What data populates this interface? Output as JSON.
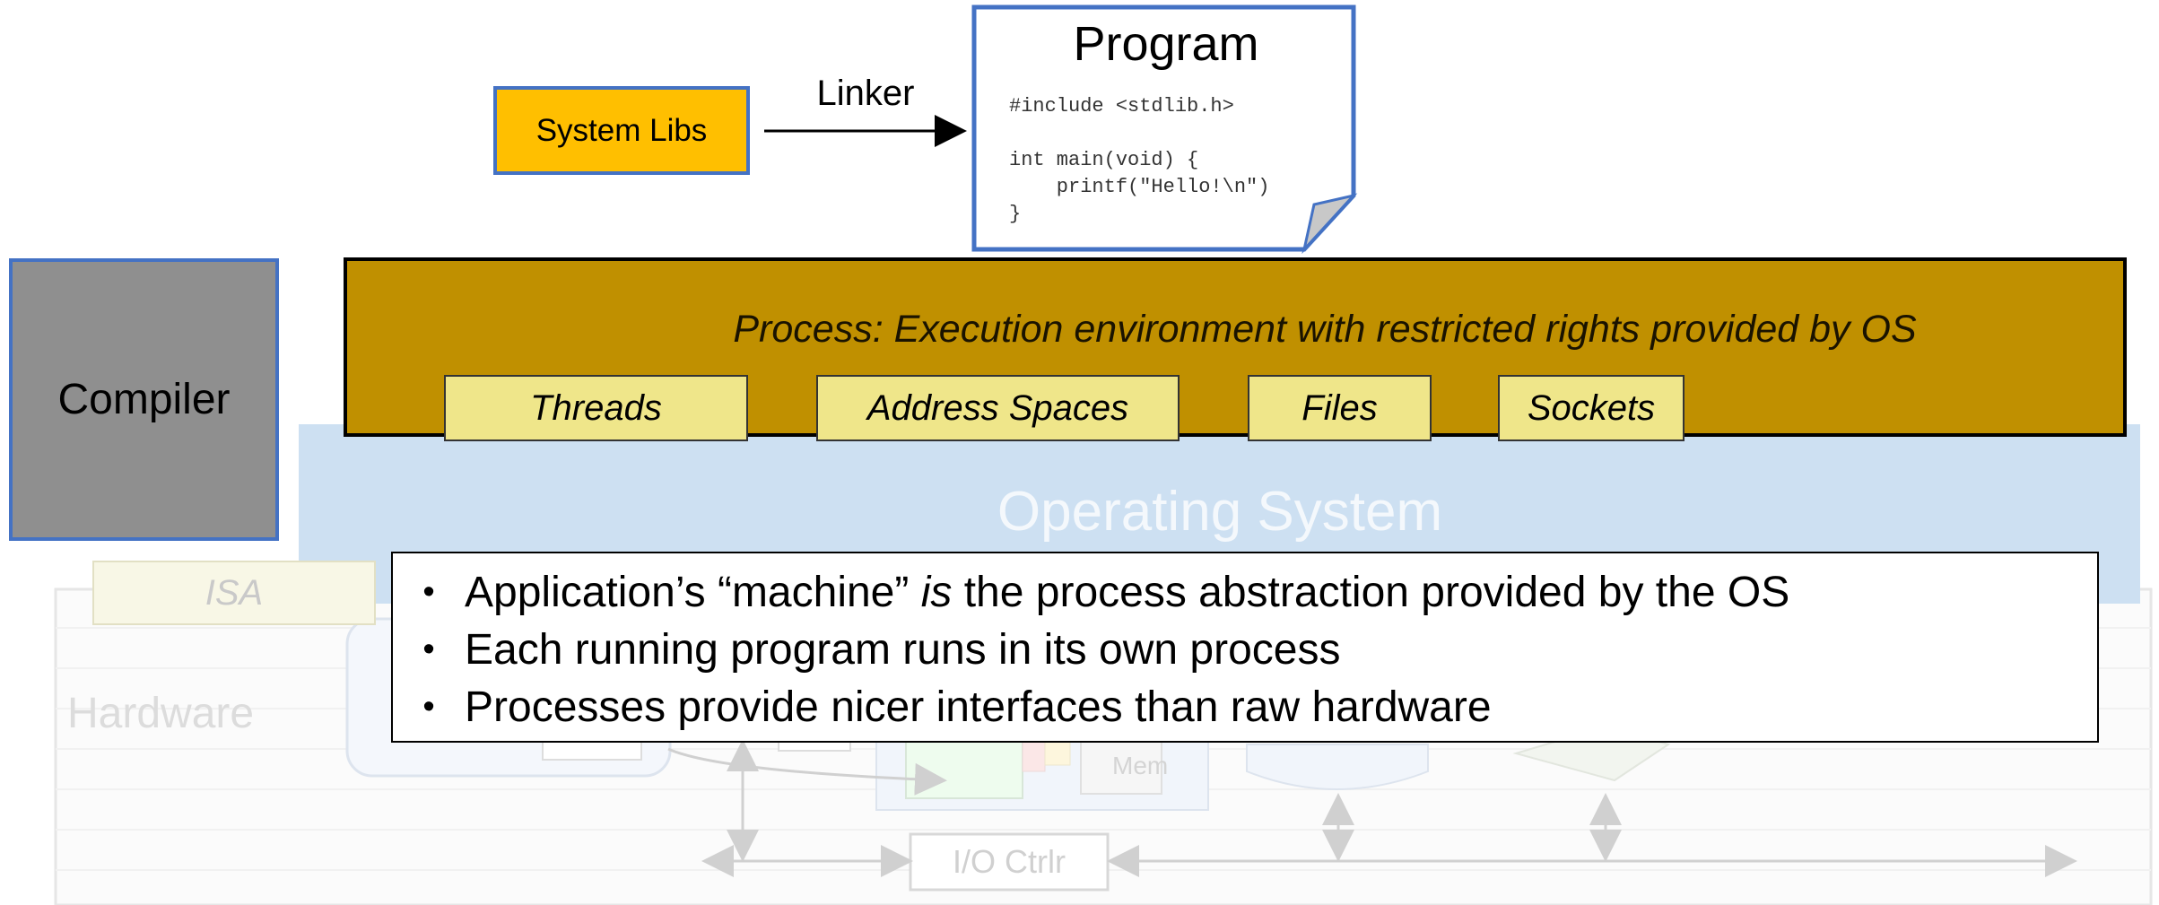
{
  "program": {
    "title": "Program",
    "code": "#include <stdlib.h>\n\nint main(void) {\n    printf(\"Hello!\\n\")\n}"
  },
  "system_libs": "System Libs",
  "linker": "Linker",
  "compiler": "Compiler",
  "process": {
    "label": "Process: Execution environment with restricted rights provided by OS",
    "tabs": [
      "Threads",
      "Address Spaces",
      "Files",
      "Sockets"
    ]
  },
  "operating_system": "Operating System",
  "isa": "ISA",
  "hardware": {
    "label": "Hardware",
    "mem": "Mem",
    "io_ctrl": "I/O Ctrlr"
  },
  "bullets": [
    {
      "before": "Application’s “machine” ",
      "em": "is",
      "after": " the process abstraction provided by the OS"
    },
    {
      "before": "Each running program runs in its own process",
      "em": "",
      "after": ""
    },
    {
      "before": "Processes provide nicer interfaces than raw hardware",
      "em": "",
      "after": ""
    }
  ],
  "colors": {
    "system_libs": "#ffbf00",
    "process": "#c09000",
    "tab": "#efe68a",
    "compiler": "#8f8f8f",
    "os_band": "#cde0f2",
    "border_blue": "#4472c4"
  }
}
